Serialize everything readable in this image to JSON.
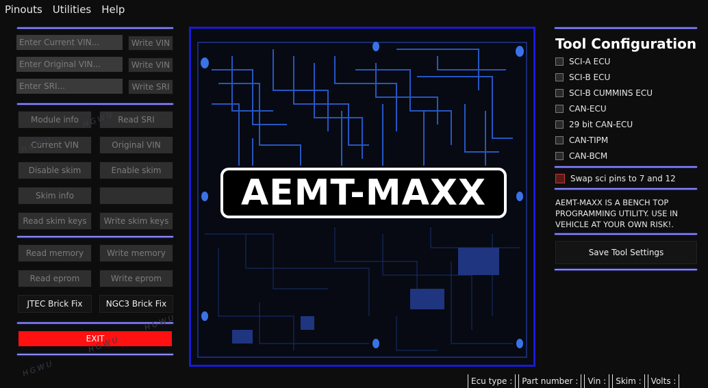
{
  "menu": {
    "pinouts": "Pinouts",
    "utilities": "Utilities",
    "help": "Help"
  },
  "vin": {
    "current_placeholder": "Enter Current VIN...",
    "original_placeholder": "Enter Original VIN...",
    "sri_placeholder": "Enter SRI...",
    "write_vin_label": "Write VIN",
    "write_vin2_label": "Write VIN",
    "write_sri_label": "Write SRI"
  },
  "buttons": {
    "module_info": "Module info",
    "read_sri": "Read SRI",
    "current_vin": "Current VIN",
    "original_vin": "Original VIN",
    "disable_skim": "Disable skim",
    "enable_skim": "Enable skim",
    "skim_info": "Skim info",
    "blank": "",
    "read_skim_keys": "Read skim keys",
    "write_skim_keys": "Write skim keys",
    "read_memory": "Read memory",
    "write_memory": "Write memory",
    "read_eprom": "Read eprom",
    "write_eprom": "Write eprom",
    "jtec_fix": "JTEC Brick Fix",
    "ngc3_fix": "NGC3 Brick Fix",
    "exit": "EXIT"
  },
  "logo_text": "AEMT-MAXX",
  "watermark": "HGWU",
  "config": {
    "title": "Tool Configuration",
    "options": [
      "SCI-A ECU",
      "SCI-B ECU",
      "SCI-B CUMMINS ECU",
      "CAN-ECU",
      "29 bit CAN-ECU",
      "CAN-TIPM",
      "CAN-BCM"
    ],
    "swap_label": "Swap sci pins to 7 and 12",
    "notice": "AEMT-MAXX IS A BENCH TOP PROGRAMMING UTILITY. USE IN VEHICLE AT YOUR OWN RISK!.",
    "save_label": "Save Tool Settings"
  },
  "status": {
    "ecu_type": "Ecu type :",
    "part_number": "Part number :",
    "vin": "Vin :",
    "skim": "Skim :",
    "volts": "Volts :"
  },
  "colors": {
    "accent_line": "#8a8aff",
    "panel_border": "#1a1ad9",
    "exit": "#ff1111",
    "trace": "#2a5fd8"
  }
}
